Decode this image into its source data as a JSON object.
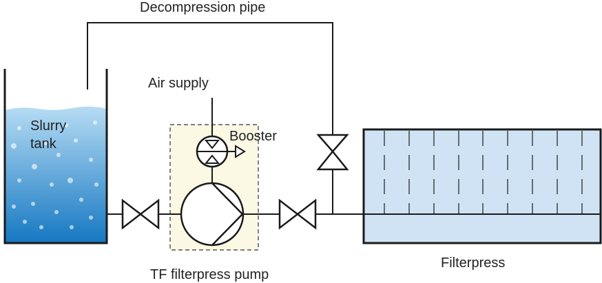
{
  "labels": {
    "decompression_pipe": "Decompression pipe",
    "air_supply": "Air supply",
    "booster": "Booster",
    "slurry_tank_line1": "Slurry",
    "slurry_tank_line2": "tank",
    "pump": "TF filterpress pump",
    "filterpress": "Filterpress"
  },
  "colors": {
    "line": "#1a1a1a",
    "water_top": "#a9d6f2",
    "water_bottom": "#1a7fc6",
    "pump_box_fill": "#fbf8e4",
    "filterpress_fill": "#cfe3f4"
  }
}
